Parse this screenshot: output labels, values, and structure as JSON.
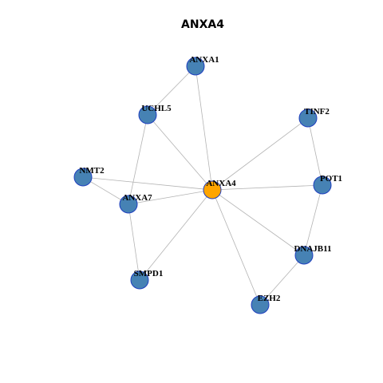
{
  "title": "ANXA4",
  "colors": {
    "center_fill": "#FFA500",
    "node_fill": "#4682B4",
    "node_stroke": "#1F3FBF",
    "edge": "#B3B3B3"
  },
  "nodes": [
    {
      "id": "ANXA4",
      "label": "ANXA4",
      "center": true
    },
    {
      "id": "ANXA1",
      "label": "ANXA1"
    },
    {
      "id": "UCHL5",
      "label": "UCHL5"
    },
    {
      "id": "TINF2",
      "label": "TINF2"
    },
    {
      "id": "NMT2",
      "label": "NMT2"
    },
    {
      "id": "ANXA7",
      "label": "ANXA7"
    },
    {
      "id": "POT1",
      "label": "POT1"
    },
    {
      "id": "DNAJB11",
      "label": "DNAJB11"
    },
    {
      "id": "SMPD1",
      "label": "SMPD1"
    },
    {
      "id": "EZH2",
      "label": "EZH2"
    }
  ],
  "edges": [
    [
      "ANXA1",
      "UCHL5"
    ],
    [
      "ANXA1",
      "ANXA4"
    ],
    [
      "UCHL5",
      "ANXA4"
    ],
    [
      "UCHL5",
      "ANXA7"
    ],
    [
      "TINF2",
      "ANXA4"
    ],
    [
      "TINF2",
      "POT1"
    ],
    [
      "NMT2",
      "ANXA4"
    ],
    [
      "NMT2",
      "ANXA7"
    ],
    [
      "ANXA7",
      "ANXA4"
    ],
    [
      "ANXA7",
      "SMPD1"
    ],
    [
      "POT1",
      "ANXA4"
    ],
    [
      "POT1",
      "DNAJB11"
    ],
    [
      "DNAJB11",
      "ANXA4"
    ],
    [
      "DNAJB11",
      "EZH2"
    ],
    [
      "SMPD1",
      "ANXA4"
    ],
    [
      "EZH2",
      "ANXA4"
    ]
  ]
}
